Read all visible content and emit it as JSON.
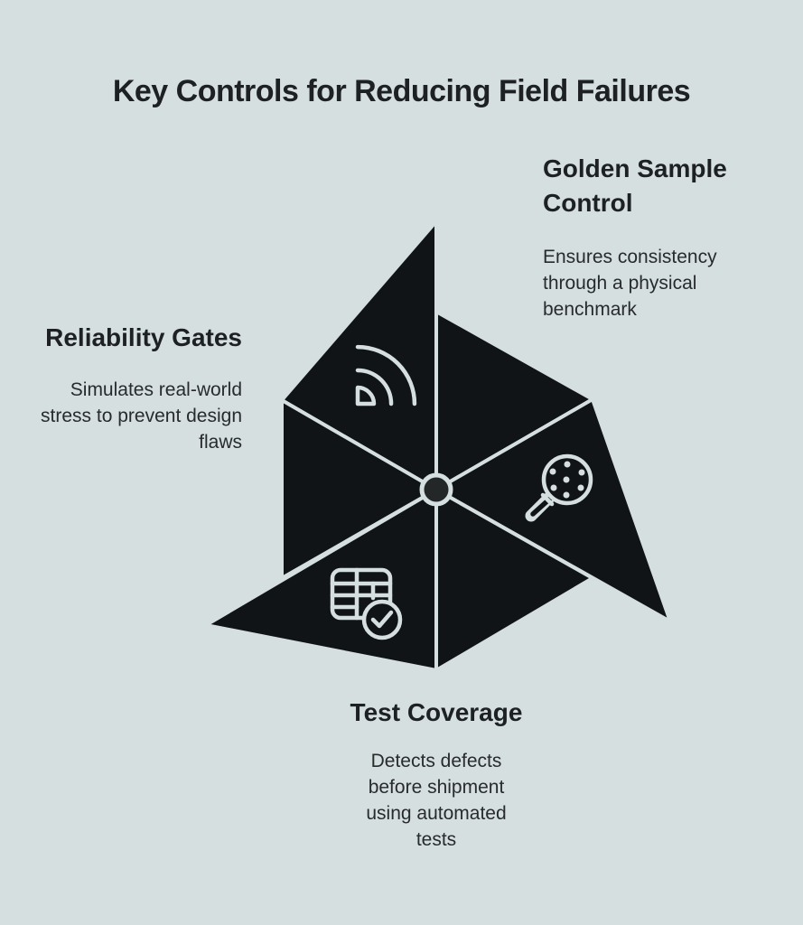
{
  "title": "Key Controls for Reducing Field Failures",
  "sections": {
    "golden_sample": {
      "heading": "Golden Sample Control",
      "description": "Ensures consistency through a physical benchmark",
      "icon": "sieve-magnifier-icon"
    },
    "reliability": {
      "heading": "Reliability Gates",
      "description": "Simulates real-world stress to prevent design flaws",
      "icon": "wifi-signal-icon"
    },
    "test_coverage": {
      "heading": "Test Coverage",
      "description": "Detects defects before shipment using automated tests",
      "icon": "table-check-icon"
    }
  },
  "colors": {
    "background": "#d6dfe0",
    "shape": "#111416",
    "line": "#d6dfe0",
    "center_dot": "#232728",
    "heading_text": "#1d2123",
    "body_text": "#272b2d"
  }
}
